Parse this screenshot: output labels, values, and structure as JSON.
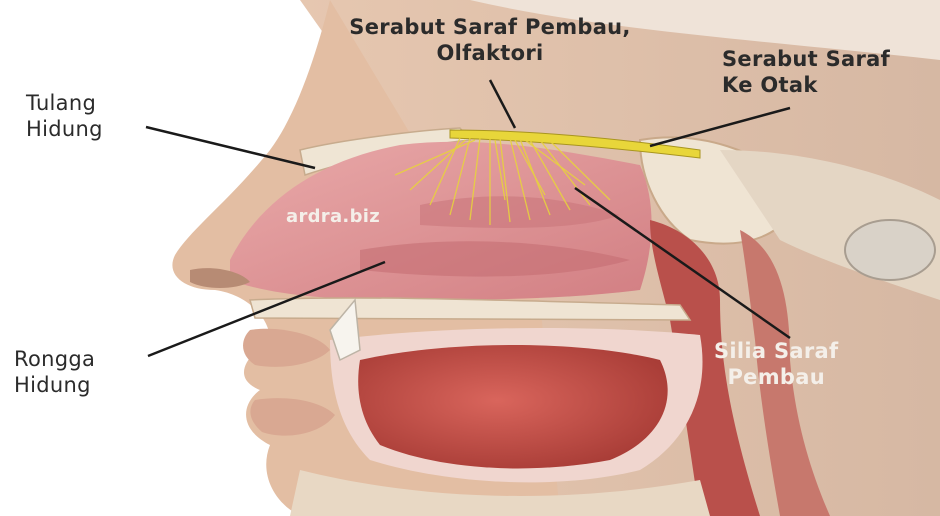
{
  "labels": {
    "olfactory_fibers": {
      "line1": "Serabut Saraf Pembau,",
      "line2": "Olfaktori"
    },
    "fibers_to_brain": {
      "line1": "Serabut Saraf",
      "line2": "Ke Otak"
    },
    "nasal_bone": {
      "line1": "Tulang",
      "line2": "Hidung"
    },
    "nasal_cavity": {
      "line1": "Rongga",
      "line2": "Hidung"
    },
    "olfactory_cilia": {
      "line1": "Silia Saraf",
      "line2": "Pembau"
    }
  },
  "watermark": "ardra.biz",
  "colors": {
    "background": "#ffffff",
    "skin": "#e7c3a7",
    "mucosa": "#d98a8c",
    "muscle": "#c85a52",
    "bone": "#e9dcc8",
    "nerve": "#e8d63a",
    "label_text": "#2b2b2b",
    "leader_line": "#1a1a1a"
  }
}
